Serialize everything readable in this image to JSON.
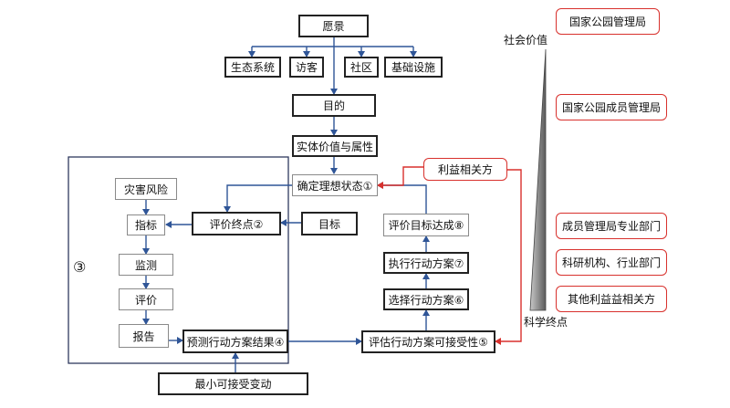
{
  "top": {
    "wish": "愿景",
    "eco": "生态系统",
    "visitor": "访客",
    "community": "社区",
    "infra": "基础设施",
    "purpose": "目的",
    "entity": "实体价值与属性"
  },
  "left": {
    "disaster": "灾害风险",
    "indicator": "指标",
    "monitor": "监测",
    "evaluate": "评价",
    "report": "报告",
    "region_num": "③"
  },
  "center": {
    "ideal": "确定理想状态①",
    "endpoint": "评价终点②",
    "target": "目标",
    "predict": "预测行动方案结果④",
    "min_change": "最小可接受变动"
  },
  "right_chain": {
    "assess": "评估行动方案可接受性⑤",
    "select": "选择行动方案⑥",
    "execute": "执行行动方案⑦",
    "achieve": "评价目标达成⑧"
  },
  "stakeholders": {
    "title": "利益相关方",
    "social": "社会价值",
    "science": "科学终点",
    "bureau": "国家公园管理局",
    "member_bureau": "国家公园成员管理局",
    "dept": "成员管理局专业部门",
    "research": "科研机构、行业部门",
    "other": "其他利益益相关方"
  },
  "colors": {
    "arrow_blue": "#2f5597",
    "stake_red": "#d8312d",
    "wedge_gray": "#9b9b9b"
  }
}
